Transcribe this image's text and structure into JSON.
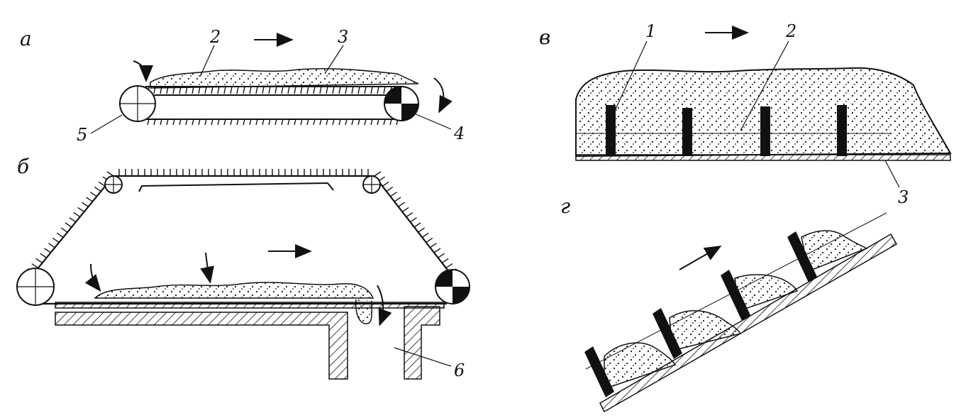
{
  "panels": {
    "a": {
      "letter": "а",
      "labels": {
        "n2": "2",
        "n3": "3",
        "n4": "4",
        "n5": "5"
      }
    },
    "b": {
      "letter": "б",
      "labels": {
        "n6": "6"
      }
    },
    "v": {
      "letter": "в",
      "labels": {
        "n1": "1",
        "n2": "2",
        "n3": "3"
      }
    },
    "g": {
      "letter": "г"
    }
  },
  "colors": {
    "ink": "#111111",
    "paper": "#ffffff"
  }
}
